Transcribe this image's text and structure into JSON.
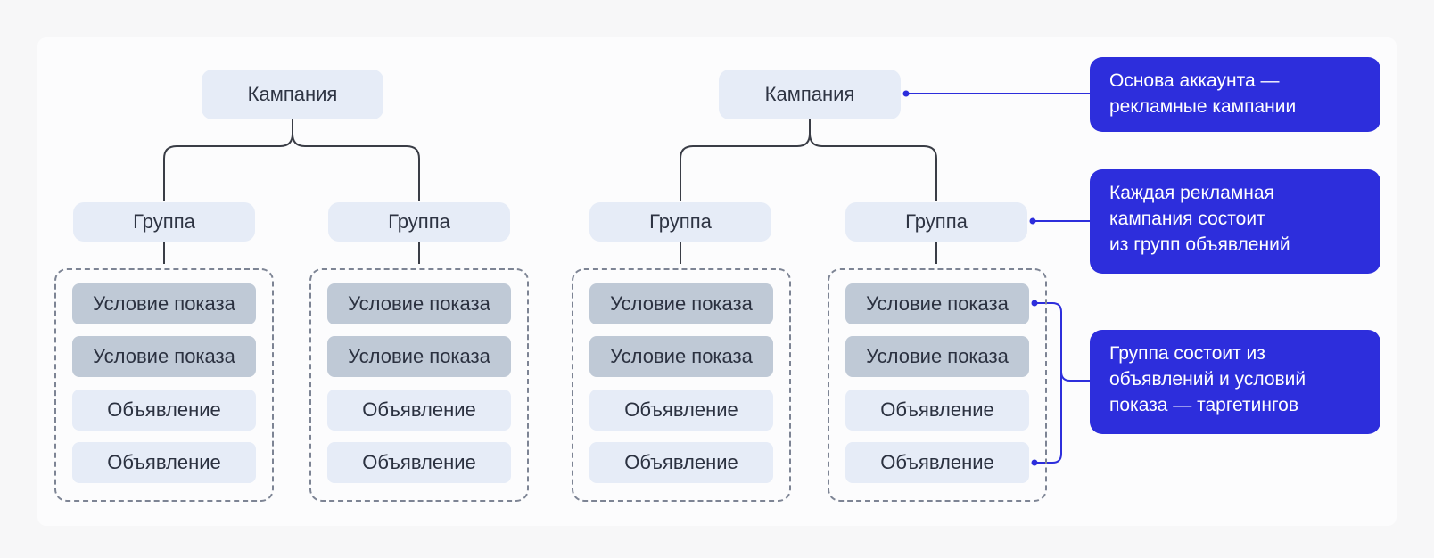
{
  "labels": {
    "campaign": "Кампания",
    "group": "Группа",
    "condition": "Условие показа",
    "ad": "Объявление"
  },
  "notes": {
    "account_base": [
      "Основа аккаунта —",
      "рекламные кампании"
    ],
    "campaign_groups": [
      "Каждая рекламная",
      "кампания состоит",
      "из групп объявлений"
    ],
    "group_contents": [
      "Группа состоит из",
      "объявлений и условий",
      "показа — таргетингов"
    ]
  },
  "colors": {
    "accent": "#2d2edc",
    "light_box": "#e6ecf7",
    "condition_box": "#bfc9d6",
    "connector": "#3a3d46",
    "dashed_border": "#7d8494"
  }
}
